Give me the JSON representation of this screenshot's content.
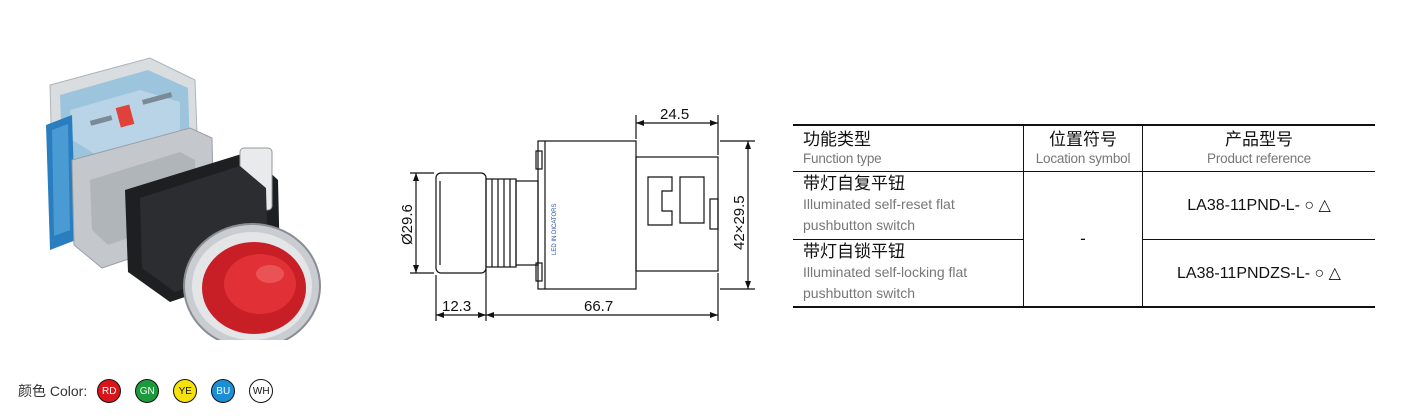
{
  "dimensions": {
    "top_width": "24.5",
    "diameter": "Ø29.6",
    "height": "42×29.5",
    "front_depth": "12.3",
    "total_length": "66.7",
    "body_label": "LED IN DICATORS"
  },
  "table": {
    "headers": [
      {
        "cn": "功能类型",
        "en": "Function type"
      },
      {
        "cn": "位置符号",
        "en": "Location symbol"
      },
      {
        "cn": "产品型号",
        "en": "Product reference"
      }
    ],
    "rows": [
      {
        "cn": "带灯自复平钮",
        "en1": "Illuminated self-reset flat",
        "en2": "pushbutton switch",
        "ref": "LA38-11PND-L- ○ △"
      },
      {
        "cn": "带灯自锁平钮",
        "en1": "Illuminated self-locking flat",
        "en2": "pushbutton switch",
        "ref": "LA38-11PNDZS-L- ○ △"
      }
    ],
    "location_symbol": "-"
  },
  "colors": {
    "label": "颜色 Color:",
    "items": [
      {
        "code": "RD",
        "fill": "#d9151b",
        "text": "#ffffff"
      },
      {
        "code": "GN",
        "fill": "#1a9a3a",
        "text": "#ffffff"
      },
      {
        "code": "YE",
        "fill": "#f5e20c",
        "text": "#111111"
      },
      {
        "code": "BU",
        "fill": "#1b8ed6",
        "text": "#ffffff"
      },
      {
        "code": "WH",
        "fill": "#ffffff",
        "text": "#111111"
      }
    ]
  }
}
